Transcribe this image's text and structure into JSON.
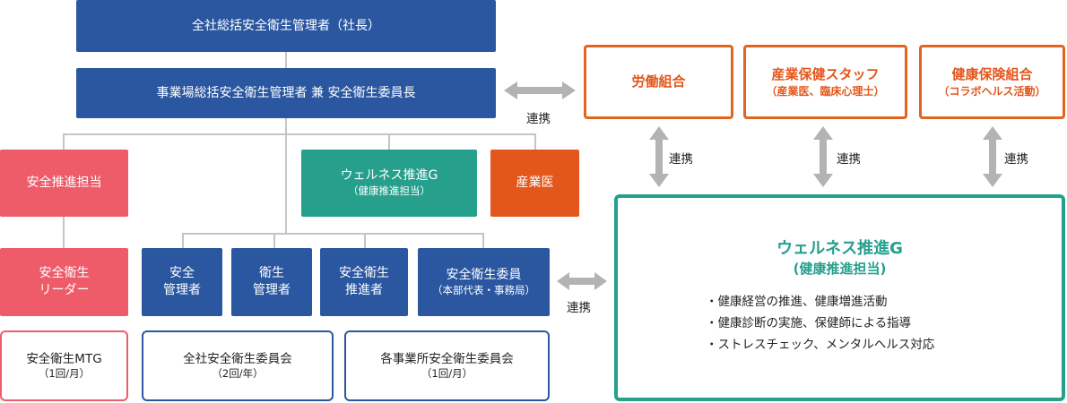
{
  "org": {
    "top": "全社総括安全衛生管理者（社長）",
    "site": "事業場総括安全衛生管理者 兼 安全衛生委員長",
    "safety_promo": "安全推進担当",
    "wellness": {
      "title": "ウェルネス推進G",
      "sub": "（健康推進担当）"
    },
    "doctor": "産業医",
    "leader": {
      "line1": "安全衛生",
      "line2": "リーダー"
    },
    "managers": [
      {
        "line1": "安全",
        "line2": "管理者"
      },
      {
        "line1": "衛生",
        "line2": "管理者"
      },
      {
        "line1": "安全衛生",
        "line2": "推進者"
      }
    ],
    "committee_member": {
      "line1": "安全衛生委員",
      "line2": "（本部代表・事務局）"
    }
  },
  "meetings": [
    {
      "title": "安全衛生MTG",
      "freq": "（1回/月）"
    },
    {
      "title": "全社安全衛生委員会",
      "freq": "（2回/年）"
    },
    {
      "title": "各事業所安全衛生委員会",
      "freq": "（1回/月）"
    }
  ],
  "partners": {
    "union": "労働組合",
    "staff": {
      "title": "産業保健スタッフ",
      "sub": "（産業医、臨床心理士）"
    },
    "insurance": {
      "title": "健康保険組合",
      "sub": "（コラボヘルス活動）"
    }
  },
  "wellness_detail": {
    "title": "ウェルネス推進G",
    "sub": "(健康推進担当)",
    "items": [
      "・健康経営の推進、健康増進活動",
      "・健康診断の実施、保健師による指導",
      "・ストレスチェック、メンタルヘルス対応"
    ]
  },
  "link_label": "連携",
  "colors": {
    "navy": "#2b57a0",
    "red": "#ee5c6a",
    "teal": "#26a08d",
    "orange": "#e3571c",
    "line": "#c5c5c5",
    "arrow": "#b3b3b3"
  }
}
